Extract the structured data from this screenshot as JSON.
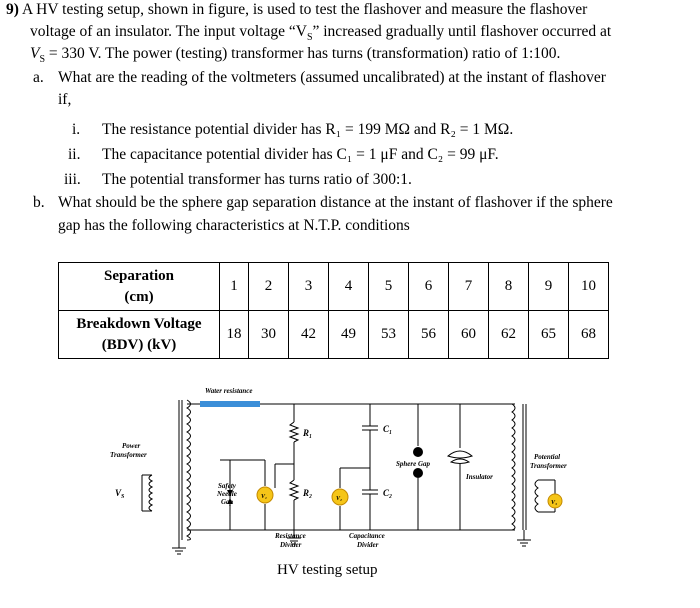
{
  "question": {
    "number": "9)",
    "intro_1": "A HV testing setup, shown in figure, is used to test the flashover and measure the flashover",
    "intro_2": "voltage of an insulator. The input voltage “V",
    "intro_2_sub": "S",
    "intro_2b": "” increased gradually until flashover occurred at",
    "intro_3a": "V",
    "intro_3_sub": "S",
    "intro_3b": " = 330 V.  The power (testing) transformer has turns (transformation) ratio of 1:100.",
    "part_a_label": "a.",
    "part_a_1": "What are the reading of the voltmeters (assumed uncalibrated) at the instant of flashover",
    "part_a_2": "if,",
    "items": [
      {
        "label": "i.",
        "text": "The resistance potential divider has R₁ = 199 MΩ and R₂ = 1 MΩ."
      },
      {
        "label": "ii.",
        "text": "The capacitance potential divider has C₁ = 1 μF and C₂ = 99 μF."
      },
      {
        "label": "iii.",
        "text": "The potential transformer has turns ratio of 300:1."
      }
    ],
    "part_b_label": "b.",
    "part_b_1": "What should be the sphere gap separation distance at the instant of flashover if the sphere",
    "part_b_2": "gap has the following characteristics at N.T.P. conditions"
  },
  "table": {
    "row1_header_a": "Separation",
    "row1_header_b": "(cm)",
    "row2_header_a": "Breakdown Voltage",
    "row2_header_b": "(BDV) (kV)",
    "separation": [
      "1",
      "2",
      "3",
      "4",
      "5",
      "6",
      "7",
      "8",
      "9",
      "10"
    ],
    "bdv": [
      "18",
      "30",
      "42",
      "49",
      "53",
      "56",
      "60",
      "62",
      "65",
      "68"
    ]
  },
  "diagram": {
    "water_resistance": "Water resistance",
    "power_transformer_a": "Power",
    "power_transformer_b": "Transformer",
    "vs": "V",
    "vs_sub": "S",
    "safety_a": "Safety",
    "safety_b": "Needle",
    "safety_c": "Gap",
    "v1": "V₁",
    "r1": "R₁",
    "r2": "R₂",
    "v2": "V₂",
    "c1": "C₁",
    "c2": "C₂",
    "sphere_gap": "Sphere Gap",
    "insulator": "Insulator",
    "potential_transformer_a": "Potential",
    "potential_transformer_b": "Transformer",
    "v3": "V₃",
    "resistance_divider_a": "Resistance",
    "resistance_divider_b": "Divider",
    "capacitance_divider_a": "Capacitance",
    "capacitance_divider_b": "Divider",
    "voltmeter_color": "#f5c518",
    "water_resistance_color": "#3b8ed8"
  },
  "caption": "HV testing setup"
}
